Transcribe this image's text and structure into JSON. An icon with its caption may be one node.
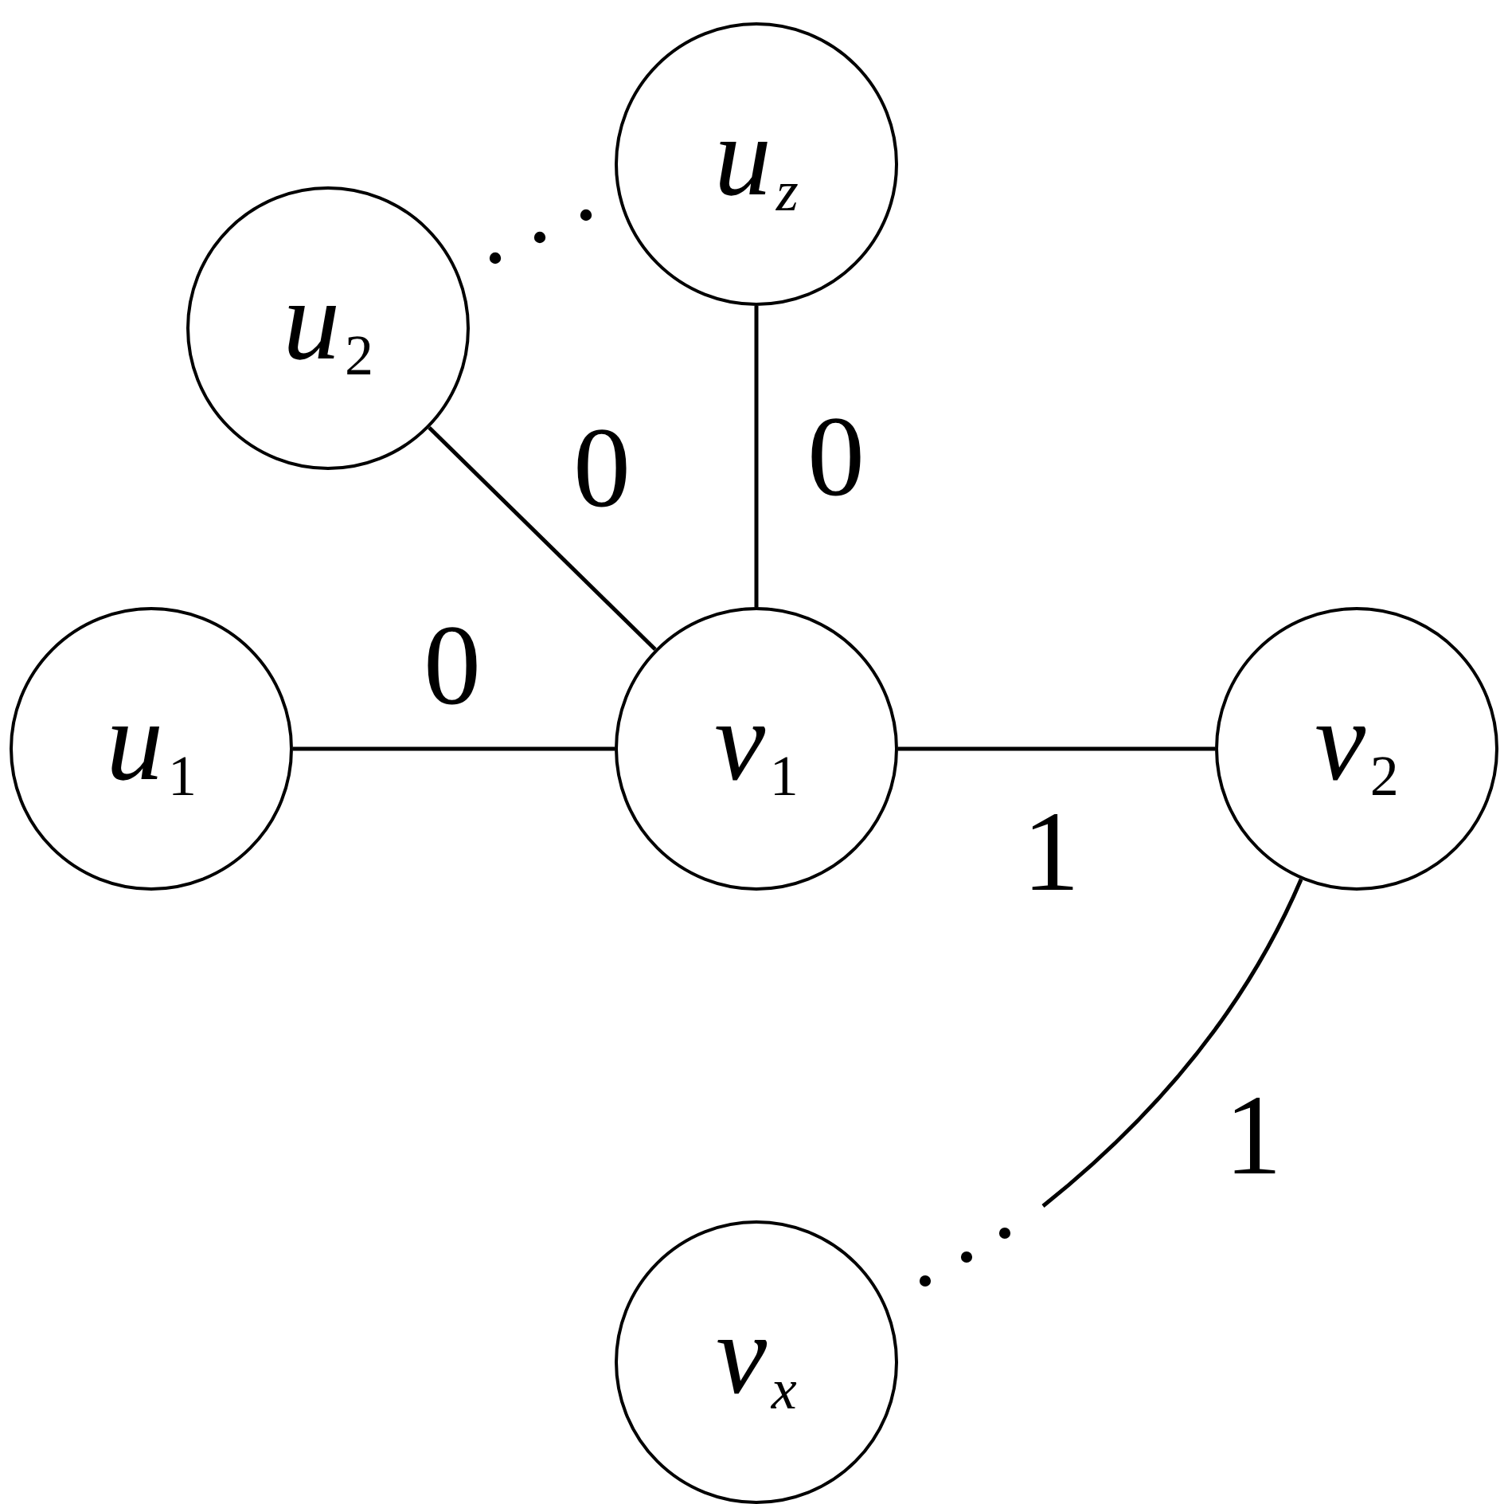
{
  "diagram": {
    "nodes": [
      {
        "text": [
          "*u$_{z}$*"
        ]
      },
      {
        "text": [
          "*u*$_{2}$"
        ]
      },
      {
        "text": [
          "*u*$_{1}$"
        ]
      },
      {
        "text": [
          "*v*$_{1}$"
        ]
      },
      {
        "text": [
          "*v*$_{2}$"
        ]
      },
      {
        "text": [
          "*v$_{x}$*"
        ]
      }
    ],
    "edges": [
      {
        "from": 0,
        "to": 3,
        "arrow": "none",
        "label": "0"
      },
      {
        "from": 1,
        "to": 3,
        "arrow": "none",
        "label": "0"
      },
      {
        "from": 2,
        "to": 3,
        "arrow": "none",
        "label": "0"
      },
      {
        "from": 3,
        "to": 4,
        "arrow": "none",
        "label": "1"
      },
      {
        "from": 4,
        "to": 5,
        "arrow": "none",
        "label": "1"
      }
    ]
  }
}
